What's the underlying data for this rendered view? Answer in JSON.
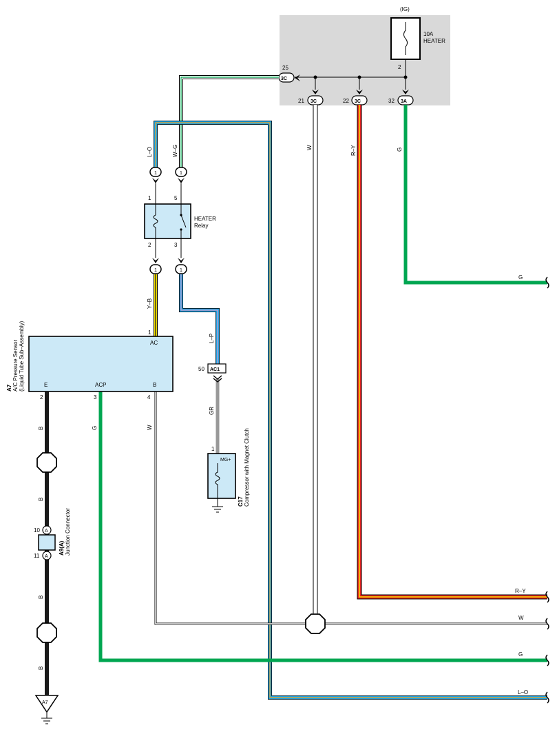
{
  "colors": {
    "L": "#1a9fe0",
    "O": "#f5a623",
    "W": "#ffffff",
    "G": "#00a651",
    "R": "#e8231f",
    "Y": "#f2e000",
    "B": "#1a1a1a",
    "P": "#d9a0c8",
    "GR": "#999999",
    "box_fill": "#cce9f7",
    "panel_fill": "#d9d9d9"
  },
  "junction_block": {
    "ig_label": "(IG)",
    "fuse_amp": "10A",
    "fuse_name": "HEATER",
    "fuse_pin": "2",
    "out_pin": "25",
    "out_conn": "3C",
    "drop1_pin": "21",
    "drop1_conn": "3C",
    "drop2_pin": "22",
    "drop2_conn": "3C",
    "drop3_pin": "32",
    "drop3_conn": "3A"
  },
  "wires": {
    "lo": "L–O",
    "wg": "W–G",
    "yb": "Y–B",
    "lp": "L–P",
    "gr": "GR",
    "w": "W",
    "ry": "R–Y",
    "g": "G",
    "b": "B"
  },
  "relay": {
    "name": "HEATER",
    "type": "Relay",
    "pin1": "1",
    "pin5": "5",
    "pin2": "2",
    "pin3": "3",
    "conn_a_top": "1",
    "conn_b_top": "1",
    "conn_a_bot": "1",
    "conn_b_bot": "1"
  },
  "sensor": {
    "code": "A7",
    "name": "A/C Pressure Sensor",
    "sub": "(Liquid Tube Sub–Assembly)",
    "ac_label": "AC",
    "ac_pin": "1",
    "e_label": "E",
    "acp_label": "ACP",
    "b_label": "B",
    "pin_e": "2",
    "pin_acp": "3",
    "pin_b": "4"
  },
  "ac1": {
    "pin": "50",
    "label": "AC1"
  },
  "compressor": {
    "code": "C17",
    "name": "Compressor with Magnet Clutch",
    "terminal": "MG+",
    "pin": "1"
  },
  "junction_connector": {
    "code": "A9(A)",
    "name": "Junction Connector",
    "pin_top": "10",
    "pin_bot": "11",
    "letter": "A"
  },
  "ground_ref": "A7"
}
